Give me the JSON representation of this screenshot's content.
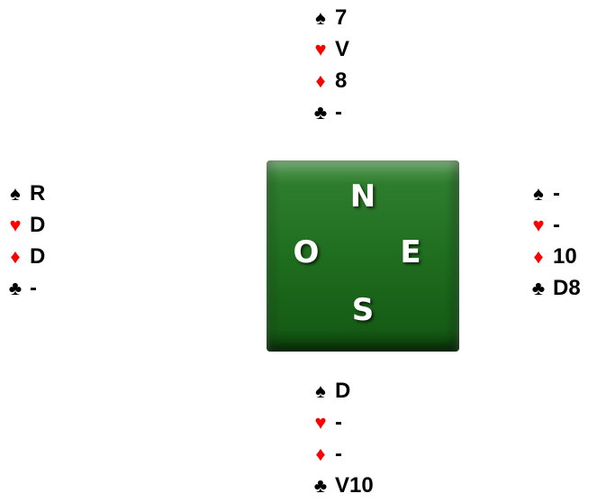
{
  "suit_colors": {
    "spades": "#000000",
    "hearts": "#ff0000",
    "diamonds": "#ff0000",
    "clubs": "#000000"
  },
  "suit_symbols": {
    "spades": "♠",
    "hearts": "♥",
    "diamonds": "♦",
    "clubs": "♣"
  },
  "hands": {
    "north": {
      "spades": "7",
      "hearts": "V",
      "diamonds": "8",
      "clubs": "-"
    },
    "west": {
      "spades": "R",
      "hearts": "D",
      "diamonds": "D",
      "clubs": "-"
    },
    "east": {
      "spades": "-",
      "hearts": "-",
      "diamonds": "10",
      "clubs": "D8"
    },
    "south": {
      "spades": "D",
      "hearts": "-",
      "diamonds": "-",
      "clubs": "V10"
    }
  },
  "compass": {
    "north": "N",
    "west": "O",
    "east": "E",
    "south": "S",
    "color": "#1f6e1f"
  }
}
